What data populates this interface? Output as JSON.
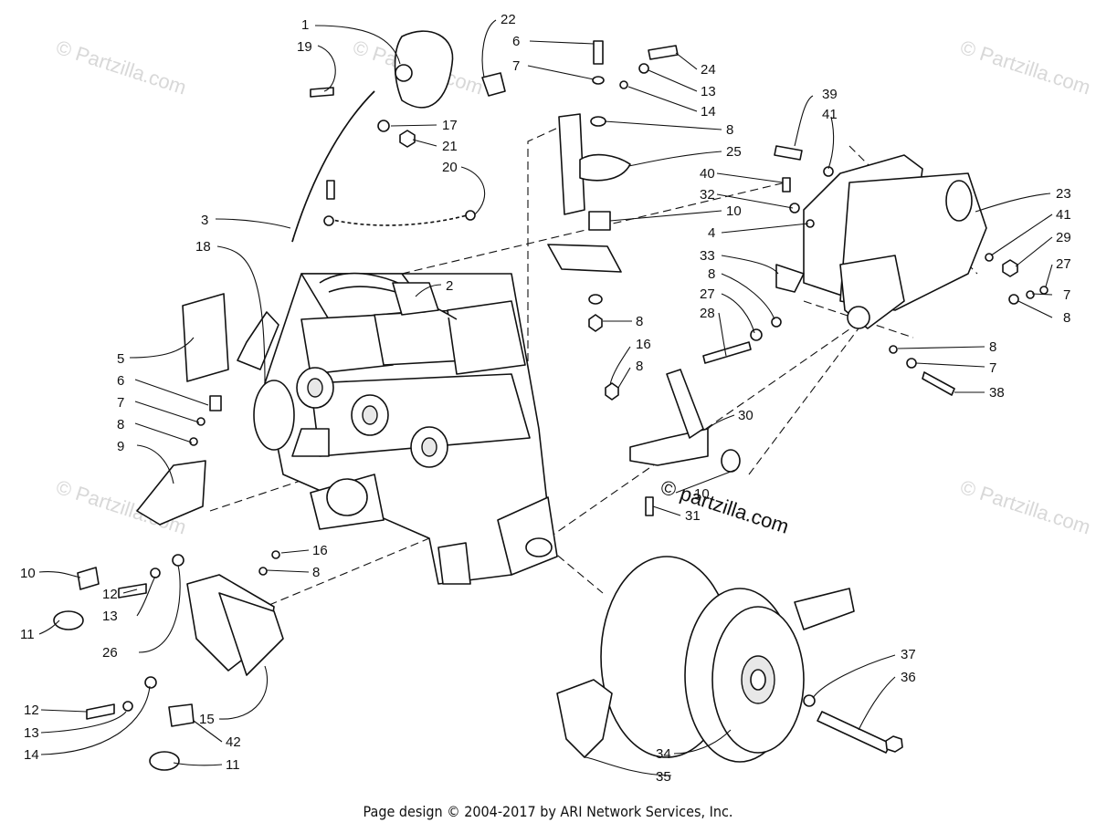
{
  "footer_text": "Page design © 2004-2017 by ARI Network Services, Inc.",
  "watermark_text": "© Partzilla.com",
  "watermark_big": "© partzilla.com",
  "callouts": [
    {
      "id": "c1",
      "label": "1"
    },
    {
      "id": "c19",
      "label": "19"
    },
    {
      "id": "c22",
      "label": "22"
    },
    {
      "id": "c17",
      "label": "17"
    },
    {
      "id": "c21",
      "label": "21"
    },
    {
      "id": "c20",
      "label": "20"
    },
    {
      "id": "c3",
      "label": "3"
    },
    {
      "id": "c18",
      "label": "18"
    },
    {
      "id": "c2",
      "label": "2"
    },
    {
      "id": "c5",
      "label": "5"
    },
    {
      "id": "c6a",
      "label": "6"
    },
    {
      "id": "c7a",
      "label": "7"
    },
    {
      "id": "c8a",
      "label": "8"
    },
    {
      "id": "c9",
      "label": "9"
    },
    {
      "id": "c10a",
      "label": "10"
    },
    {
      "id": "c11a",
      "label": "11"
    },
    {
      "id": "c12a",
      "label": "12"
    },
    {
      "id": "c13a",
      "label": "13"
    },
    {
      "id": "c26",
      "label": "26"
    },
    {
      "id": "c16a",
      "label": "16"
    },
    {
      "id": "c8b",
      "label": "8"
    },
    {
      "id": "c12b",
      "label": "12"
    },
    {
      "id": "c13b",
      "label": "13"
    },
    {
      "id": "c14a",
      "label": "14"
    },
    {
      "id": "c15",
      "label": "15"
    },
    {
      "id": "c42",
      "label": "42"
    },
    {
      "id": "c11b",
      "label": "11"
    },
    {
      "id": "c6b",
      "label": "6"
    },
    {
      "id": "c7b",
      "label": "7"
    },
    {
      "id": "c24",
      "label": "24"
    },
    {
      "id": "c13c",
      "label": "13"
    },
    {
      "id": "c14b",
      "label": "14"
    },
    {
      "id": "c8c",
      "label": "8"
    },
    {
      "id": "c25",
      "label": "25"
    },
    {
      "id": "c10b",
      "label": "10"
    },
    {
      "id": "c8d",
      "label": "8"
    },
    {
      "id": "c16b",
      "label": "16"
    },
    {
      "id": "c8e",
      "label": "8"
    },
    {
      "id": "c30",
      "label": "30"
    },
    {
      "id": "c10c",
      "label": "10"
    },
    {
      "id": "c31",
      "label": "31"
    },
    {
      "id": "c39",
      "label": "39"
    },
    {
      "id": "c41a",
      "label": "41"
    },
    {
      "id": "c40",
      "label": "40"
    },
    {
      "id": "c32",
      "label": "32"
    },
    {
      "id": "c4",
      "label": "4"
    },
    {
      "id": "c33",
      "label": "33"
    },
    {
      "id": "c8f",
      "label": "8"
    },
    {
      "id": "c27a",
      "label": "27"
    },
    {
      "id": "c28",
      "label": "28"
    },
    {
      "id": "c23",
      "label": "23"
    },
    {
      "id": "c41b",
      "label": "41"
    },
    {
      "id": "c29",
      "label": "29"
    },
    {
      "id": "c27b",
      "label": "27"
    },
    {
      "id": "c7c",
      "label": "7"
    },
    {
      "id": "c8g",
      "label": "8"
    },
    {
      "id": "c8h",
      "label": "8"
    },
    {
      "id": "c7d",
      "label": "7"
    },
    {
      "id": "c38",
      "label": "38"
    },
    {
      "id": "c37",
      "label": "37"
    },
    {
      "id": "c36",
      "label": "36"
    },
    {
      "id": "c34",
      "label": "34"
    },
    {
      "id": "c35",
      "label": "35"
    }
  ]
}
